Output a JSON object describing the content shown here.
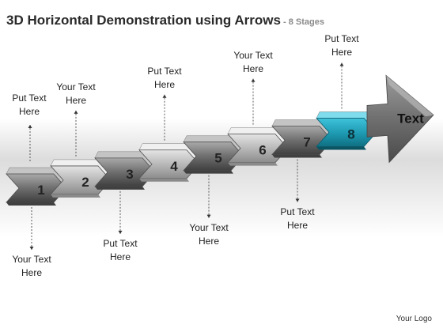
{
  "title": "3D Horizontal Demonstration using Arrows",
  "subtitle": "- 8 Stages",
  "stages": [
    {
      "number": "1",
      "label_line1": "Your Text",
      "label_line2": "Here",
      "position": "below"
    },
    {
      "number": "2",
      "label_line1": "Your Text",
      "label_line2": "Here",
      "position": "above"
    },
    {
      "number": "3",
      "label_line1": "Put Text",
      "label_line2": "Here",
      "position": "below"
    },
    {
      "number": "4",
      "label_line1": "Put Text",
      "label_line2": "Here",
      "position": "above"
    },
    {
      "number": "5",
      "label_line1": "Your Text",
      "label_line2": "Here",
      "position": "below"
    },
    {
      "number": "6",
      "label_line1": "Your Text",
      "label_line2": "Here",
      "position": "above"
    },
    {
      "number": "7",
      "label_line1": "Put Text",
      "label_line2": "Here",
      "position": "below"
    },
    {
      "number": "8",
      "label_line1": "Put Text",
      "label_line2": "Here",
      "position": "above"
    }
  ],
  "left_label": {
    "line1": "Put Text",
    "line2": "Here"
  },
  "arrow_text": "Text",
  "logo": "Your Logo",
  "colors": {
    "highlight": "#1f9db5",
    "segment_dark": "#5a5a5a",
    "segment_light": "#b0b0b0"
  }
}
